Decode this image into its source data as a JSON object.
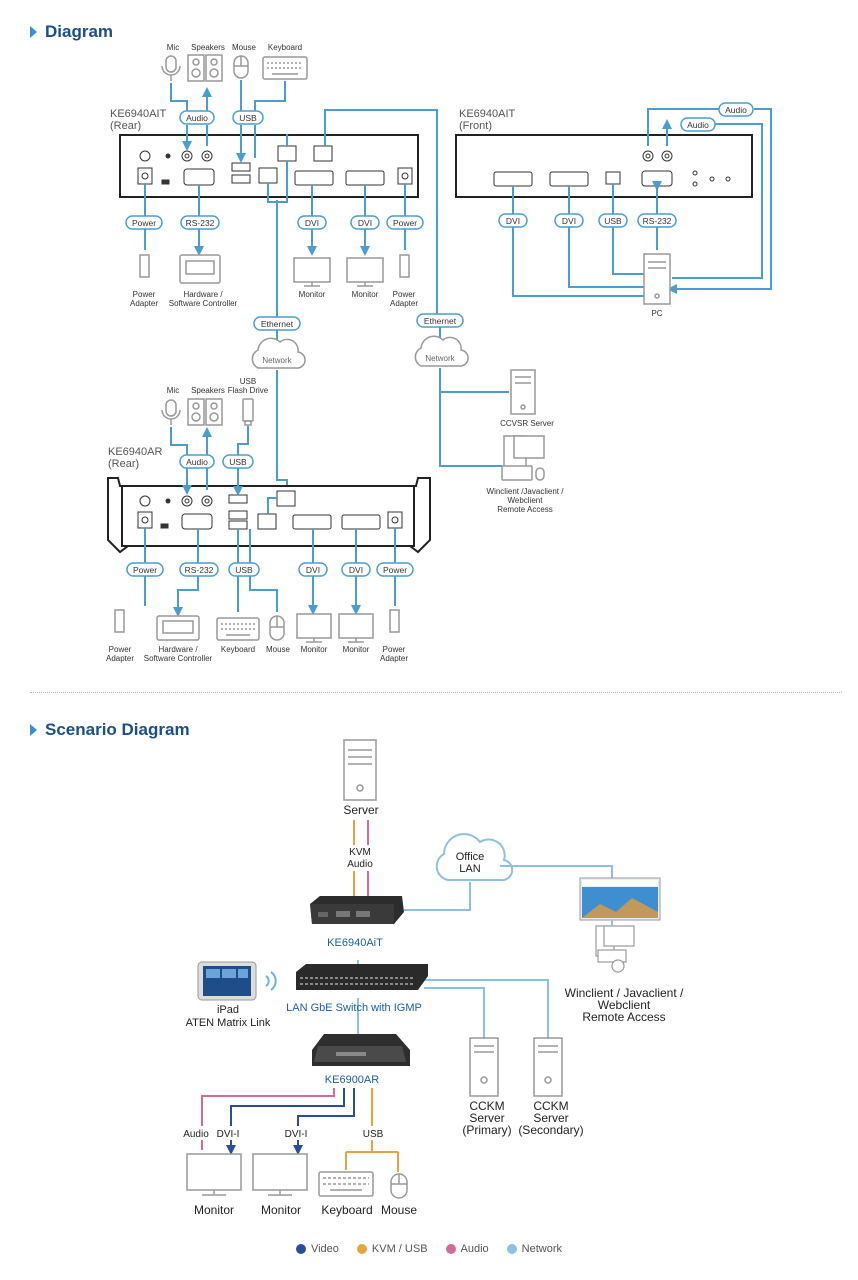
{
  "sections": {
    "diagram_title": "Diagram",
    "scenario_title": "Scenario Diagram"
  },
  "colors": {
    "title": "#1a4f8c",
    "line": "#4a9ecf",
    "device_border": "#222222",
    "icon": "#999999",
    "video": "#2b4c9b",
    "kvm_usb": "#e6a53c",
    "audio": "#d36b9a",
    "network": "#8fc0e4"
  },
  "diagram": {
    "units": {
      "tx_rear": [
        "KE6940AIT",
        "(Rear)"
      ],
      "tx_front": [
        "KE6940AIT",
        "(Front)"
      ],
      "rx_rear": [
        "KE6940AR",
        "(Rear)"
      ]
    },
    "tx_rear": {
      "top": [
        "Mic",
        "Speakers",
        "Mouse",
        "Keyboard"
      ],
      "pills_top": [
        "Audio",
        "USB"
      ],
      "pills_bottom": [
        "Power",
        "RS-232",
        "DVI",
        "DVI",
        "Power"
      ],
      "bottom": {
        "power_left": [
          "Power",
          "Adapter"
        ],
        "controller": [
          "Hardware /",
          "Software Controller"
        ],
        "monitor_1": "Monitor",
        "monitor_2": "Monitor",
        "power_right": [
          "Power",
          "Adapter"
        ]
      }
    },
    "tx_front": {
      "pills_right": [
        "Audio",
        "Audio"
      ],
      "pills_bottom": [
        "DVI",
        "DVI",
        "USB",
        "RS-232"
      ],
      "pc": "PC"
    },
    "network": {
      "ethernet_left": "Ethernet",
      "ethernet_right": "Ethernet",
      "cloud_left": "Network",
      "cloud_right": "Network",
      "ccvsr": "CCVSR Server",
      "remote": [
        "Winclient /Javaclient /",
        "Webclient",
        "Remote Access"
      ]
    },
    "rx_rear": {
      "top": [
        "Mic",
        "Speakers"
      ],
      "usb_drive": [
        "USB",
        "Flash Drive"
      ],
      "pills_top": [
        "Audio",
        "USB"
      ],
      "pills_bottom": [
        "Power",
        "RS-232",
        "USB",
        "DVI",
        "DVI",
        "Power"
      ],
      "bottom": {
        "power_left": [
          "Power",
          "Adapter"
        ],
        "controller": [
          "Hardware /",
          "Software Controller"
        ],
        "keyboard": "Keyboard",
        "mouse": "Mouse",
        "monitor_1": "Monitor",
        "monitor_2": "Monitor",
        "power_right": [
          "Power",
          "Adapter"
        ]
      }
    }
  },
  "scenario": {
    "server": "Server",
    "kvm_audio": [
      "KVM",
      "Audio"
    ],
    "office_lan": [
      "Office",
      "LAN"
    ],
    "tx_label": "KE6940AiT",
    "switch_label": "LAN GbE Switch with IGMP",
    "ipad": [
      "iPad",
      "ATEN Matrix Link"
    ],
    "rx_label": "KE6900AR",
    "remote_access": [
      "Winclient / Javaclient /",
      "Webclient",
      "Remote Access"
    ],
    "cckm_primary": [
      "CCKM",
      "Server",
      "(Primary)"
    ],
    "cckm_secondary": [
      "CCKM",
      "Server",
      "(Secondary)"
    ],
    "connections": [
      "Audio",
      "DVI-I",
      "DVI-I",
      "USB"
    ],
    "devices": [
      "Monitor",
      "Monitor",
      "Keyboard",
      "Mouse"
    ]
  },
  "legend": [
    {
      "label": "Video",
      "color": "#2b4c9b"
    },
    {
      "label": "KVM / USB",
      "color": "#e6a53c"
    },
    {
      "label": "Audio",
      "color": "#d36b9a"
    },
    {
      "label": "Network",
      "color": "#8fc0e4"
    }
  ]
}
